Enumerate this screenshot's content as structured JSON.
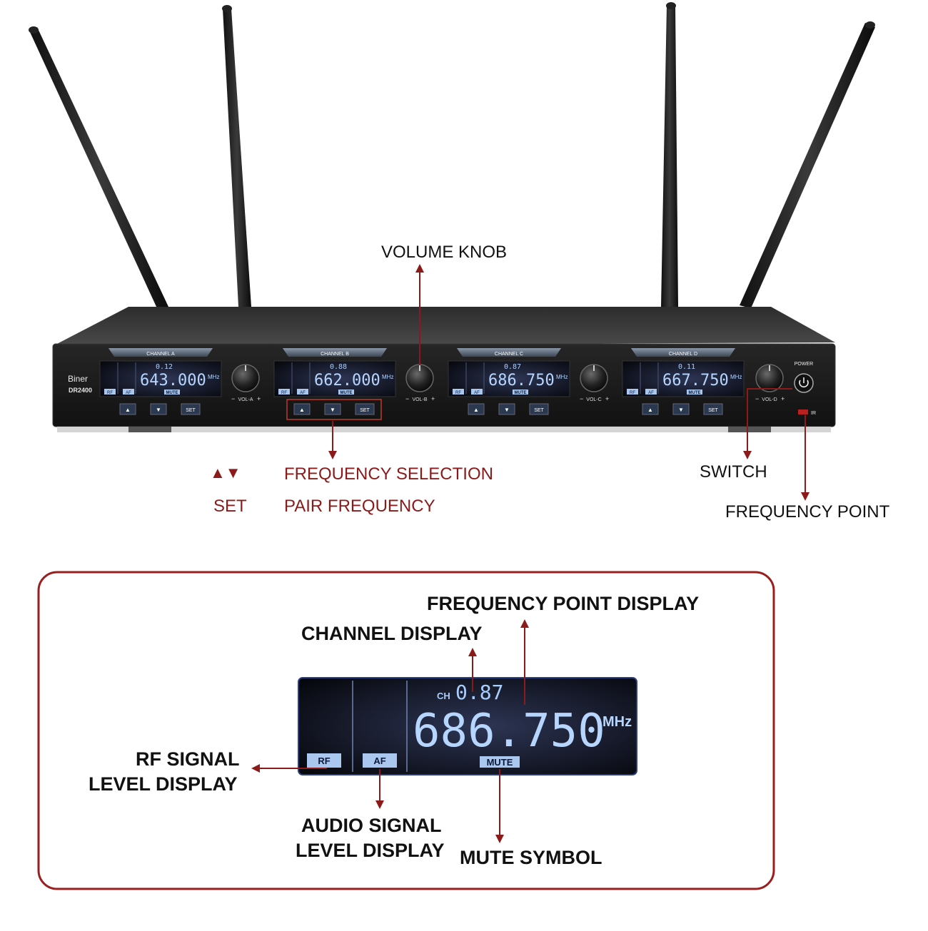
{
  "device": {
    "brand": "Biner",
    "model": "DR2400",
    "power_label": "POWER",
    "ir_label": "IR",
    "channels": [
      {
        "name": "CHANNEL A",
        "ch": "0.12",
        "freq": "643.000",
        "unit": "MHz",
        "mute": "MUTE",
        "rf": "RF",
        "af": "AF",
        "vol": "VOL-A",
        "up": "▲",
        "down": "▼",
        "set": "SET"
      },
      {
        "name": "CHANNEL B",
        "ch": "0.88",
        "freq": "662.000",
        "unit": "MHz",
        "mute": "MUTE",
        "rf": "RF",
        "af": "AF",
        "vol": "VOL-B",
        "up": "▲",
        "down": "▼",
        "set": "SET"
      },
      {
        "name": "CHANNEL C",
        "ch": "0.87",
        "freq": "686.750",
        "unit": "MHz",
        "mute": "MUTE",
        "rf": "RF",
        "af": "AF",
        "vol": "VOL-C",
        "up": "▲",
        "down": "▼",
        "set": "SET"
      },
      {
        "name": "CHANNEL D",
        "ch": "0.11",
        "freq": "667.750",
        "unit": "MHz",
        "mute": "MUTE",
        "rf": "RF",
        "af": "AF",
        "vol": "VOL-D",
        "up": "▲",
        "down": "▼",
        "set": "SET"
      }
    ],
    "vol_minus": "−",
    "vol_plus": "+"
  },
  "callouts": {
    "volume_knob": "VOLUME KNOB",
    "arrows_symbol": "▲▼",
    "set": "SET",
    "frequency_selection": "FREQUENCY SELECTION",
    "pair_frequency": "PAIR FREQUENCY",
    "switch": "SWITCH",
    "frequency_point": "FREQUENCY POINT"
  },
  "detail": {
    "frequency_point_display": "FREQUENCY POINT DISPLAY",
    "channel_display": "CHANNEL DISPLAY",
    "rf_signal_line1": "RF SIGNAL",
    "rf_signal_line2": "LEVEL DISPLAY",
    "audio_signal_line1": "AUDIO SIGNAL",
    "audio_signal_line2": "LEVEL DISPLAY",
    "mute_symbol": "MUTE SYMBOL",
    "lcd": {
      "ch_label": "CH",
      "ch": "0.87",
      "freq": "686.750",
      "unit": "MHz",
      "rf": "RF",
      "af": "AF",
      "mute": "MUTE"
    }
  },
  "colors": {
    "accent_red": "#8b1a1a",
    "lcd_bg": "#0b0d14",
    "lcd_glow": "#9fc8ff",
    "device_body": "#1a1a1a"
  }
}
